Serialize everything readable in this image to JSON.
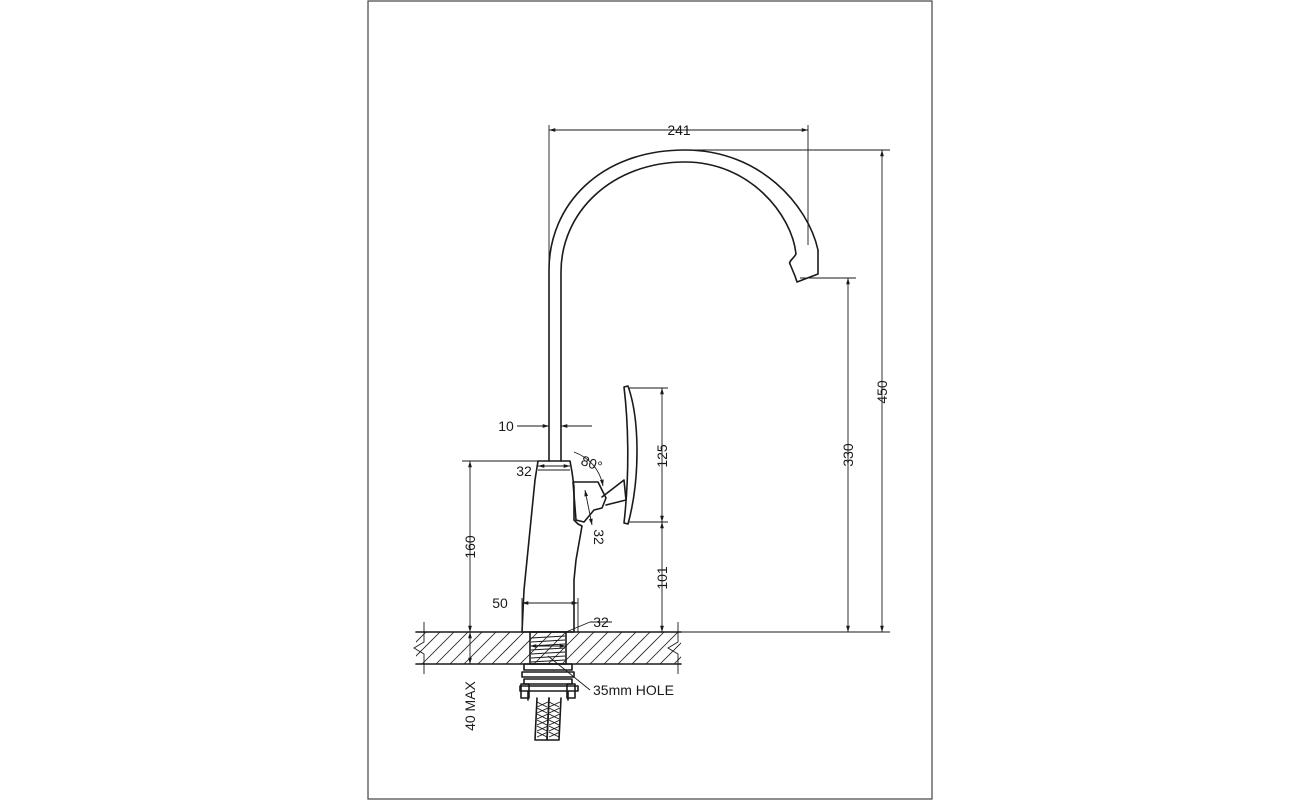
{
  "dimensions": {
    "spout_reach": "241",
    "total_height": "450",
    "spout_height": "330",
    "lever_height": "125",
    "lever_base_height": "101",
    "body_height": "160",
    "spout_diameter": "10",
    "body_top_width": "32",
    "lever_angle": "80°",
    "lever_arm": "32",
    "base_width": "50",
    "shank_diameter": "32",
    "hole_size": "35mm HOLE",
    "max_thickness": "40 MAX"
  },
  "colors": {
    "line": "#1a1a1a",
    "background": "#ffffff",
    "frame": "#444444"
  }
}
